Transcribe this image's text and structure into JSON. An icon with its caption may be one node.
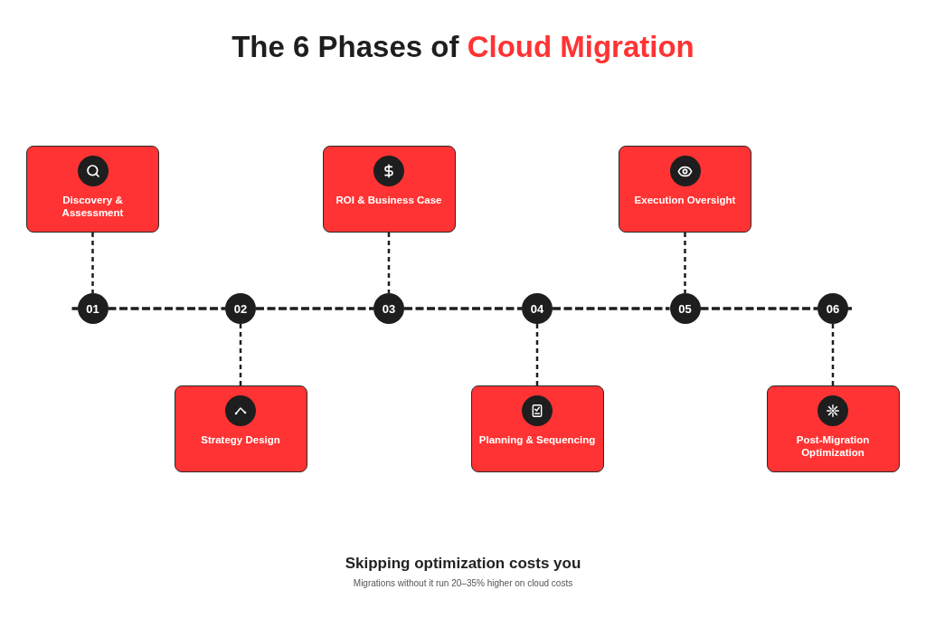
{
  "diagram": {
    "title": "The 6 Phases of *Cloud Migration*",
    "nodes": [
      {
        "text": [
          "Discovery & Assessment"
        ]
      },
      {
        "text": [
          "ROI & Business Case"
        ]
      },
      {
        "text": [
          "Execution Oversight"
        ]
      },
      {
        "text": [
          "01"
        ]
      },
      {
        "text": [
          "02"
        ]
      },
      {
        "text": [
          "03"
        ]
      },
      {
        "text": [
          "04"
        ]
      },
      {
        "text": [
          "05"
        ]
      },
      {
        "text": [
          "06"
        ]
      },
      {
        "text": [
          "Strategy Design"
        ]
      },
      {
        "text": [
          "Planning & Sequencing"
        ]
      },
      {
        "text": [
          "Post-Migration Optimization"
        ]
      }
    ],
    "edges": [
      {
        "from": 3,
        "to": 4,
        "arrow": "none",
        "style": "dashed"
      },
      {
        "from": 4,
        "to": 5,
        "arrow": "none",
        "style": "dashed"
      },
      {
        "from": 5,
        "to": 6,
        "arrow": "none",
        "style": "dashed"
      },
      {
        "from": 6,
        "to": 7,
        "arrow": "none",
        "style": "dashed"
      },
      {
        "from": 7,
        "to": 8,
        "arrow": "none",
        "style": "dashed"
      },
      {
        "from": 0,
        "to": 3,
        "arrow": "none",
        "style": "dashed"
      },
      {
        "from": 4,
        "to": 9,
        "arrow": "none",
        "style": "dashed"
      },
      {
        "from": 1,
        "to": 5,
        "arrow": "none",
        "style": "dashed"
      },
      {
        "from": 6,
        "to": 10,
        "arrow": "none",
        "style": "dashed"
      },
      {
        "from": 2,
        "to": 7,
        "arrow": "none",
        "style": "dashed"
      },
      {
        "from": 8,
        "to": 11,
        "arrow": "none",
        "style": "dashed"
      }
    ],
    "labels": [
      "Skipping optimization costs you",
      "Migrations without it run 20–35% higher on cloud costs"
    ]
  }
}
